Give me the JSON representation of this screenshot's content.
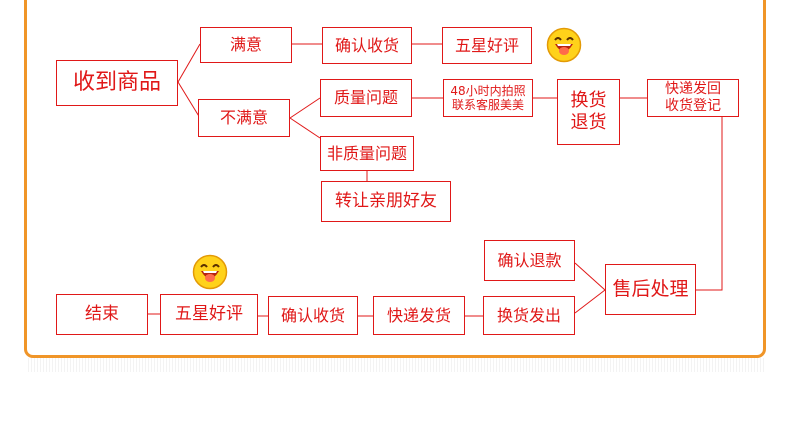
{
  "nodes": {
    "receive": "收到商品",
    "satisfied": "满意",
    "unsatisfied": "不满意",
    "confirm_receipt_1": "确认收货",
    "five_star_1": "五星好评",
    "quality_issue": "质量问题",
    "contact_service": "48小时内拍照\n联系客服美美",
    "exchange_return": "换货\n退货",
    "express_return": "快递发回\n收货登记",
    "non_quality_issue": "非质量问题",
    "transfer_friends": "转让亲朋好友",
    "confirm_refund": "确认退款",
    "after_sales": "售后处理",
    "exchange_ship": "换货发出",
    "express_ship": "快递发货",
    "confirm_receipt_2": "确认收货",
    "five_star_2": "五星好评",
    "end": "结束"
  },
  "colors": {
    "border": "#f09528",
    "line": "#e01818",
    "text": "#e01818",
    "emoji_face": "#ffd21a",
    "emoji_tongue": "#e8362a"
  },
  "icons": [
    "laughing-face-icon",
    "laughing-face-icon"
  ]
}
